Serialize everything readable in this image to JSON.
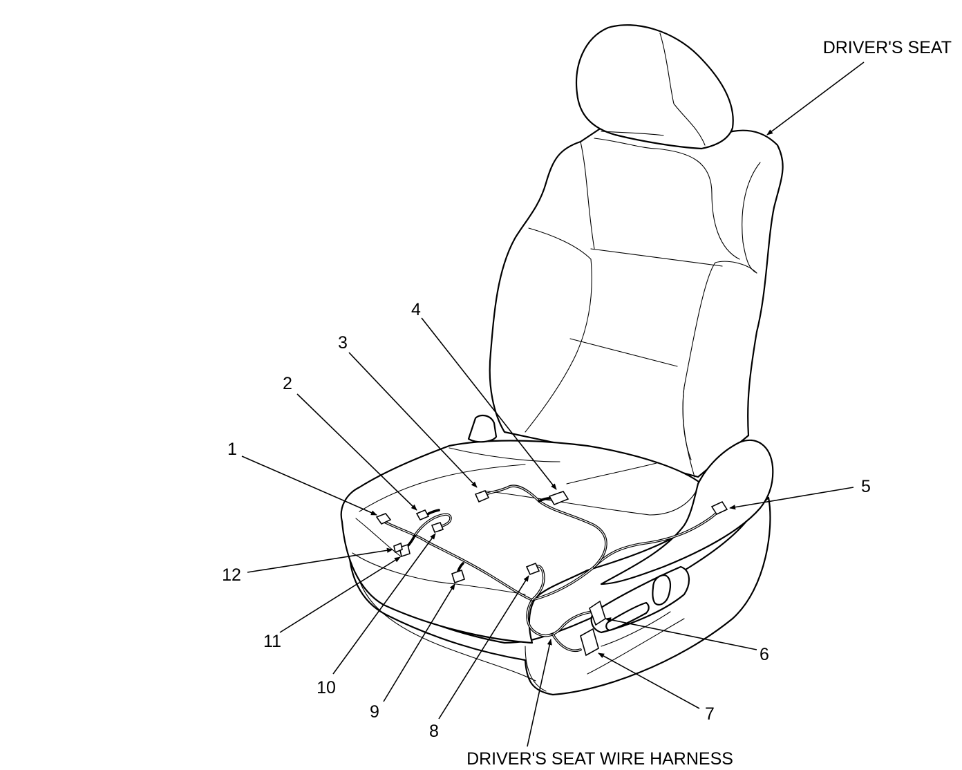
{
  "labels": {
    "drivers_seat": "DRIVER'S SEAT",
    "wire_harness": "DRIVER'S SEAT WIRE HARNESS"
  },
  "callouts": [
    "1",
    "2",
    "3",
    "4",
    "5",
    "6",
    "7",
    "8",
    "9",
    "10",
    "11",
    "12"
  ]
}
